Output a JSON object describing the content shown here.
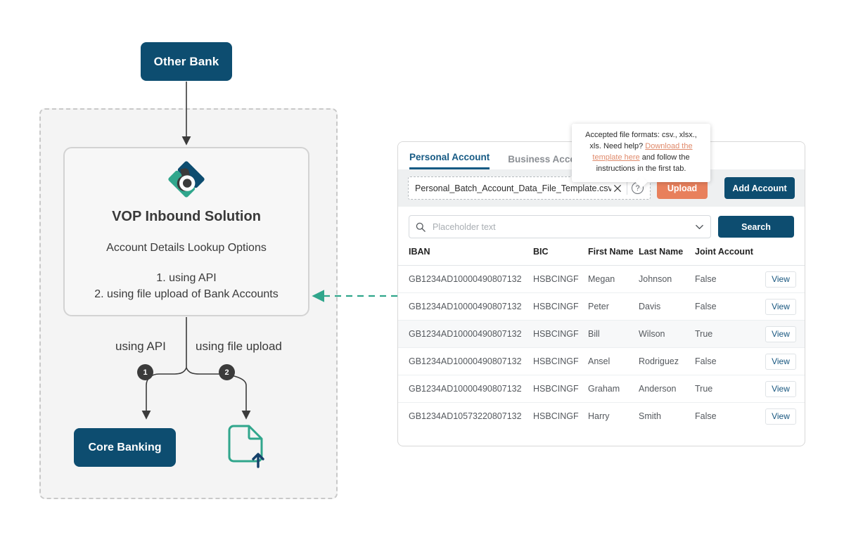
{
  "diagram": {
    "other_bank_label": "Other Bank",
    "vop": {
      "logo_icon": "b-diamond-logo-icon",
      "title": "VOP Inbound Solution",
      "subtitle": "Account Details Lookup Options",
      "option_1": "1. using API",
      "option_2": "2. using file upload of Bank Accounts"
    },
    "branch_label_api": "using API",
    "branch_label_file": "using file upload",
    "badge_1": "1",
    "badge_2": "2",
    "core_banking_label": "Core Banking",
    "file_upload_icon": "file-upload-icon",
    "colors": {
      "navy": "#0d4d70",
      "teal": "#30a68c",
      "badge": "#3b3b3b",
      "dashed_border": "#c9c9c9",
      "connector_dashed": "#30a68c"
    }
  },
  "tooltip": {
    "line1": "Accepted file formats: csv., xlsx., xls.",
    "line2_prefix": "Need help? ",
    "link_text": "Download the template here",
    "line2_suffix": " and follow the instructions in the first tab.",
    "link_color": "#e08a6b"
  },
  "panel": {
    "tabs": [
      {
        "label": "Personal Account",
        "active": true
      },
      {
        "label": "Business Account",
        "active": false
      }
    ],
    "upload": {
      "file_name": "Personal_Batch_Account_Data_File_Template.csv",
      "clear_icon": "close-icon",
      "help_icon": "question-circle-icon",
      "upload_label": "Upload",
      "upload_color": "#e8805c",
      "add_account_label": "Add Account",
      "add_account_color": "#0d4d70"
    },
    "search": {
      "icon": "search-icon",
      "placeholder": "Placeholder text",
      "value": "",
      "dropdown_icon": "chevron-down-icon",
      "button_label": "Search",
      "button_color": "#0d4d70"
    },
    "table": {
      "columns": [
        "IBAN",
        "BIC",
        "First Name",
        "Last Name",
        "Joint Account",
        ""
      ],
      "action_label": "View",
      "rows": [
        {
          "iban": "GB1234AD10000490807132",
          "bic": "HSBCINGF",
          "first": "Megan",
          "last": "Johnson",
          "joint": "False",
          "action": "View"
        },
        {
          "iban": "GB1234AD10000490807132",
          "bic": "HSBCINGF",
          "first": "Peter",
          "last": "Davis",
          "joint": "False",
          "action": "View"
        },
        {
          "iban": "GB1234AD10000490807132",
          "bic": "HSBCINGF",
          "first": "Bill",
          "last": "Wilson",
          "joint": "True",
          "action": "View"
        },
        {
          "iban": "GB1234AD10000490807132",
          "bic": "HSBCINGF",
          "first": "Ansel",
          "last": "Rodriguez",
          "joint": "False",
          "action": "View"
        },
        {
          "iban": "GB1234AD10000490807132",
          "bic": "HSBCINGF",
          "first": "Graham",
          "last": "Anderson",
          "joint": "True",
          "action": "View"
        },
        {
          "iban": "GB1234AD10573220807132",
          "bic": "HSBCINGF",
          "first": "Harry",
          "last": "Smith",
          "joint": "False",
          "action": "View"
        }
      ]
    }
  }
}
